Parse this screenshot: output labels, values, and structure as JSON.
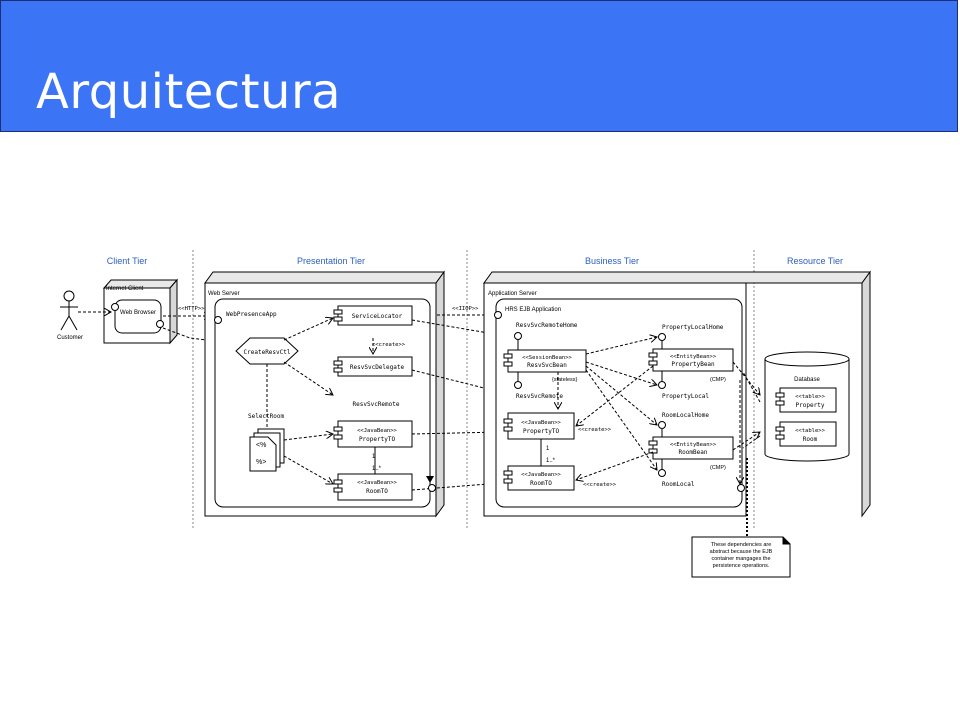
{
  "slide": {
    "title": "Arquitectura"
  },
  "diagram": {
    "tiers": [
      "Client Tier",
      "Presentation Tier",
      "Business Tier",
      "Resource Tier"
    ],
    "containers": {
      "internet_client": "Internet Client",
      "web_browser": "Web Browser",
      "web_server": "Web Server",
      "app_server": "Application Server",
      "hrs_app": "HRS EJB Application",
      "database": "Database"
    },
    "actor": "Customer",
    "protocols": {
      "http": "<<HTTP>>",
      "iiop": "<<IIOP>>"
    },
    "presentation": {
      "web_presence": "WebPresenceApp",
      "create_ctl": "CreateResvCtl",
      "service_locator": "ServiceLocator",
      "create_stereo": "<<create>>",
      "delegate": "ResvSvcDelegate",
      "remote": "ResvSvcRemote",
      "select_room": "SelectRoom",
      "jsp_line1": "<%",
      "jsp_line2": "%>",
      "property_to_stereo": "<<JavaBean>>",
      "property_to": "PropertyTO",
      "room_to_stereo": "<<JavaBean>>",
      "room_to": "RoomTO",
      "mult_one": "1",
      "mult_many": "1..*"
    },
    "business": {
      "remote_home": "ResvSvcRemoteHome",
      "session_stereo": "<<SessionBean>>",
      "session_bean": "ResvSvcBean",
      "stateless": "{stateless}",
      "remote": "ResvSvcRemote",
      "property_to_stereo": "<<JavaBean>>",
      "property_to": "PropertyTO",
      "create1": "<<create>>",
      "mult_one": "1",
      "mult_many": "1..*",
      "room_to_stereo": "<<JavaBean>>",
      "room_to": "RoomTO",
      "create2": "<<create>>",
      "property_local_home": "PropertyLocalHome",
      "entity_stereo1": "<<EntityBean>>",
      "property_bean": "PropertyBean",
      "cmp1": "(CMP)",
      "property_local": "PropertyLocal",
      "room_local_home": "RoomLocalHome",
      "entity_stereo2": "<<EntityBean>>",
      "room_bean": "RoomBean",
      "cmp2": "(CMP)",
      "room_local": "RoomLocal"
    },
    "resource": {
      "table_stereo1": "<<table>>",
      "property_table": "Property",
      "table_stereo2": "<<table>>",
      "room_table": "Room"
    },
    "note": [
      "These dependencies are",
      "abstract because the EJB",
      "container mangages the",
      "persistence operations."
    ]
  }
}
